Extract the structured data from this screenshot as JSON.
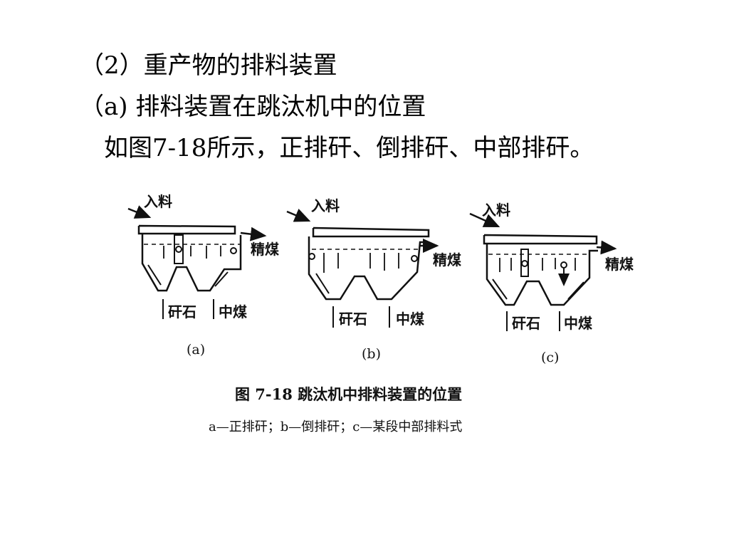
{
  "text": {
    "heading": "（2）重产物的排料装置",
    "subheading": "（a)  排料装置在跳汰机中的位置",
    "body": "如图7-18所示，正排矸、倒排矸、中部排矸。"
  },
  "figure": {
    "feed_label": "入料",
    "clean_coal_label": "精煤",
    "gangue_label": "矸石",
    "middlings_label": "中煤",
    "sub_a": "(a)",
    "sub_b": "(b)",
    "sub_c": "(c)",
    "caption": "图 7-18   跳汰机中排料装置的位置",
    "caption_legend": "a—正排矸；b—倒排矸；c—某段中部排料式"
  }
}
